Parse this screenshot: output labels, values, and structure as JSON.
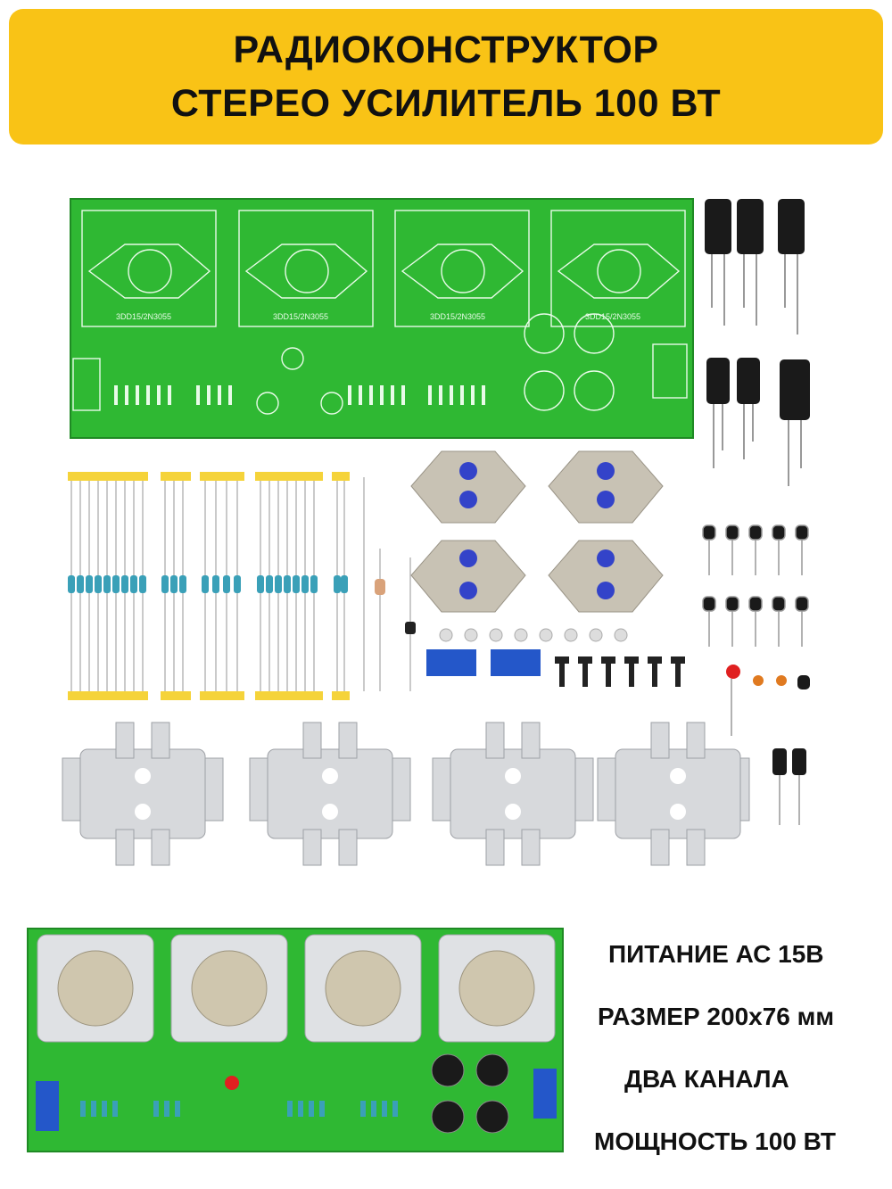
{
  "banner": {
    "line1": "РАДИОКОНСТРУКТОР",
    "line2": "СТЕРЕО УСИЛИТЕЛЬ 100 ВТ"
  },
  "specs": [
    "ПИТАНИЕ АС 15В",
    "РАЗМЕР 200x76 мм",
    "ДВА КАНАЛА",
    "МОЩНОСТЬ 100 ВТ"
  ],
  "pcb_label": "3DD15/2N3055",
  "colors": {
    "banner": "#f9c316",
    "pcb": "#2fb833",
    "heatsink": "#d7d9dc",
    "transistor": "#c8c2b4",
    "resistor_tape": "#f5d33a"
  }
}
